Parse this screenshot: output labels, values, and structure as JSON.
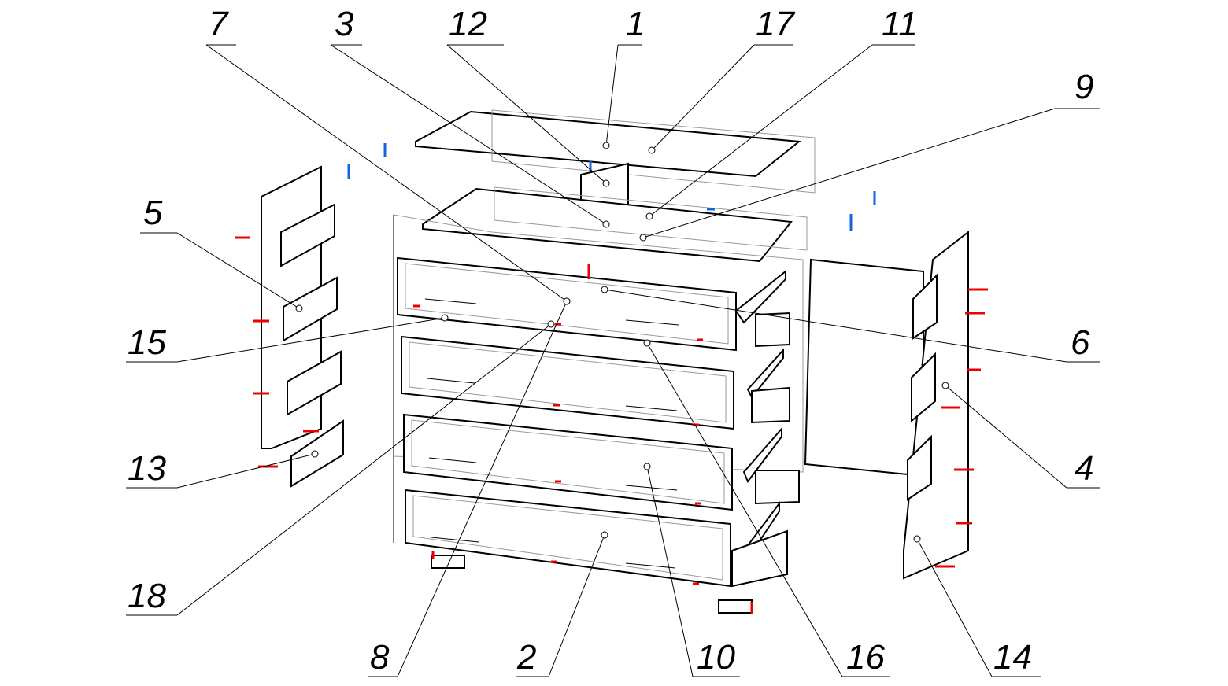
{
  "drawing": {
    "title": "Exploded assembly view of chest of drawers",
    "callouts": [
      "7",
      "3",
      "12",
      "1",
      "17",
      "11",
      "9",
      "5",
      "15",
      "13",
      "18",
      "6",
      "4",
      "14",
      "16",
      "10",
      "2",
      "8"
    ]
  }
}
